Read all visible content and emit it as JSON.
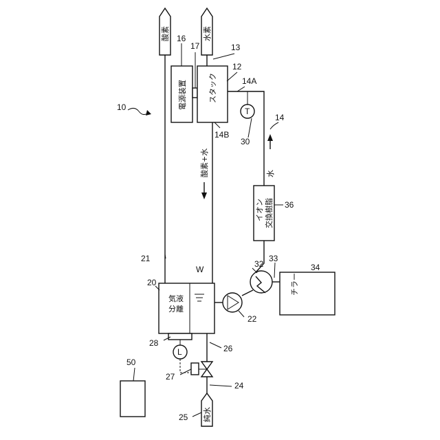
{
  "labels": {
    "oxygen_out": "酸素",
    "hydrogen_out": "水素",
    "power_supply": "電源装置",
    "stack": "スタック",
    "gas_liquid_sep_1": "気液",
    "gas_liquid_sep_2": "分離",
    "ion_exchange_1": "イオン",
    "ion_exchange_2": "交換樹脂",
    "chiller": "チラー",
    "pure_water": "純水",
    "oxygen_water": "酸素+水",
    "water": "水",
    "water_level_mark": "W",
    "temp_sensor": "T",
    "level_sensor": "L"
  },
  "refs": {
    "r10": "10",
    "r12": "12",
    "r13": "13",
    "r14": "14",
    "r14a": "14A",
    "r14b": "14B",
    "r16": "16",
    "r17": "17",
    "r20": "20",
    "r21": "21",
    "r22": "22",
    "r24": "24",
    "r25": "25",
    "r26": "26",
    "r27": "27",
    "r28": "28",
    "r30": "30",
    "r32": "32",
    "r33": "33",
    "r34": "34",
    "r36": "36",
    "r50": "50"
  }
}
